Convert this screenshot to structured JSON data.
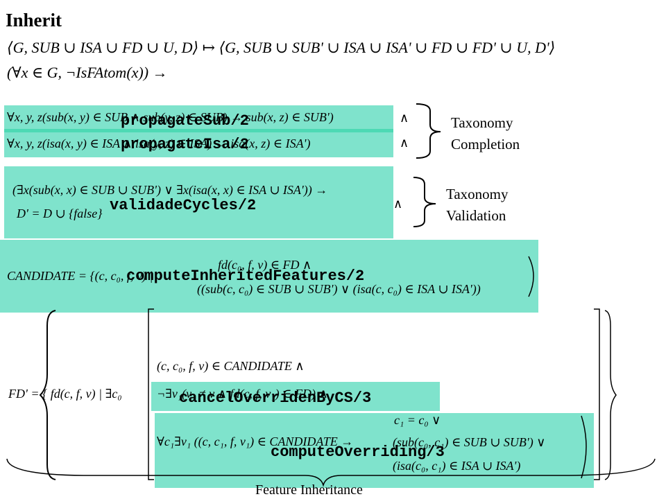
{
  "title": "Inherit",
  "formulas": {
    "f1": "⟨G, SUB ∪ ISA ∪ FD ∪ U, D⟩ ↦ ⟨G, SUB ∪ SUB' ∪ ISA ∪ ISA' ∪ FD ∪ FD' ∪ U, D'⟩",
    "f2": "(∀x ∈ G, ¬IsFAtom(x)) →",
    "sub_rule": "∀x, y, z(sub(x, y) ∈ SUB ∧ sub(y, z) ∈ SUB) → sub(x, z) ∈ SUB')",
    "isa_rule": "∀x, y, z(isa(x, y) ∈ ISA ∧ isa(y, z) ∈ ISA) → isa(x, z) ∈ ISA')",
    "cycle_1": "(∃x(sub(x, x) ∈ SUB ∪ SUB') ∨ ∃x(isa(x, x) ∈ ISA ∪ ISA')) →",
    "cycle_2": "D' = D ∪ {false}",
    "cand_lhs": "CANDIDATE = {(c, c₀, f, v) |",
    "cand_1": "fd(c₀, f, v) ∈ FD ∧",
    "cand_2": "((sub(c, c₀) ∈ SUB ∪ SUB') ∨ (isa(c, c₀) ∈ ISA ∪ ISA'))",
    "fd_lhs": "FD' = { fd(c, f, v) | ∃c₀",
    "fd_1": "(c, c₀, f, v) ∈ CANDIDATE ∧",
    "fd_2": "¬∃v₁(v₁ ≠ v ∧ fd(c, f, v₁) ∈ FD) ∧",
    "fd_3": "∀c₁∃v₁ ((c, c₁, f, v₁) ∈ CANDIDATE →",
    "fd_4": "c₁ = c₀ ∨",
    "fd_5": "(sub(c₀, c₁) ∈ SUB ∪ SUB') ∨",
    "fd_6": "(isa(c₀, c₁) ∈ ISA ∪ ISA')",
    "and": "∧"
  },
  "predicates": {
    "propagate_sub": "propagateSub/2",
    "propagate_isa": "propagateIsa/2",
    "validade_cycles": "validadeCycles/2",
    "compute_inherited": "computeInheritedFeatures/2",
    "cancel_overriden": "cancelOverridenByCS/3",
    "compute_overriding": "computeOverriding/3"
  },
  "labels": {
    "completion_1": "Taxonomy",
    "completion_2": "Completion",
    "validation_1": "Taxonomy",
    "validation_2": "Validation",
    "feature_inheritance": "Feature Inheritance"
  },
  "colors": {
    "highlight": "#7fe3cc",
    "divider": "#4dd9b4"
  }
}
